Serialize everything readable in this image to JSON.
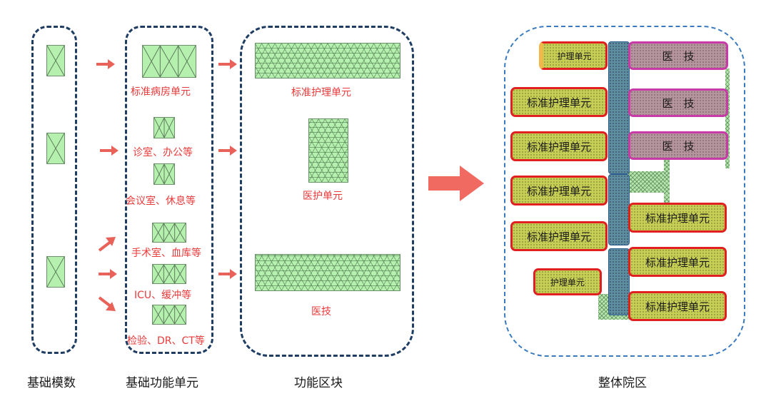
{
  "columns": {
    "basic_module": "基础模数",
    "basic_function_unit": "基础功能单元",
    "function_block": "功能区块",
    "whole_campus": "整体院区"
  },
  "units": {
    "standard_ward": "标准病房单元",
    "clinic_office": "诊室、办公等",
    "meeting_rest": "会议室、休息等",
    "surgery_blood": "手术室、血库等",
    "icu_buffer": "ICU、缓冲等",
    "lab_dr_ct": "检验、DR、CT等"
  },
  "blocks": {
    "standard_nursing": "标准护理单元",
    "medical_nursing": "医护单元",
    "medical_tech": "医技"
  },
  "campus": {
    "nursing_unit": "护理单元",
    "standard_nursing_unit": "标准护理单元",
    "medical_tech": "医　技"
  },
  "colors": {
    "dash_dark": "#1f3d63",
    "dash_blue": "#3a7bbf",
    "label_red": "#e83a3a",
    "module_green": "#b6f0ae",
    "unit_olive": "#c8cf55",
    "unit_border_red": "#e02020",
    "tech_mauve": "#b7959e",
    "tech_border_magenta": "#c83aa8",
    "core_teal": "#5f8ea2"
  }
}
